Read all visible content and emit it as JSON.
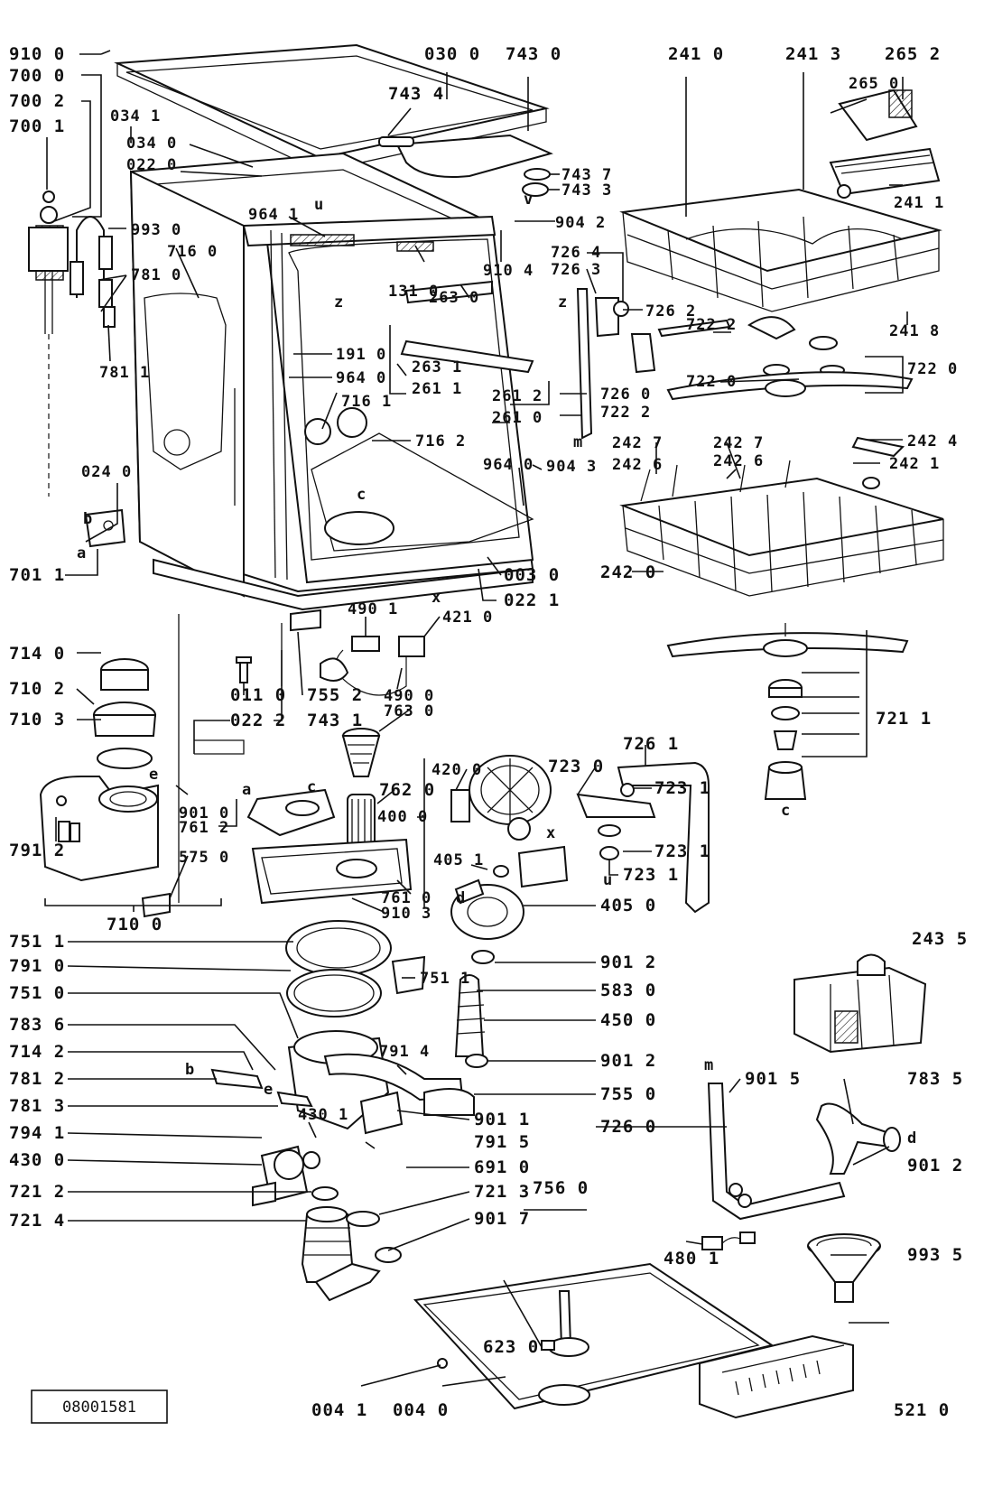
{
  "drawing_code": "08001581",
  "labels": {
    "l01": "910 0",
    "l02": "700 0",
    "l03": "700 2",
    "l04": "700 1",
    "l05": "034 1",
    "l06": "034 0",
    "l07": "022 0",
    "l08": "030 0",
    "l09": "743 0",
    "l10": "743 4",
    "l11": "743 7",
    "l12": "743 3",
    "l13": "241 0",
    "l14": "241 3",
    "l15": "265 2",
    "l16": "265 0",
    "l17": "241 1",
    "l18": "241 8",
    "l19": "964 1",
    "l20": "904 2",
    "l21": "993 0",
    "l22": "716 0",
    "l23": "781 0",
    "l24": "910 4",
    "l25": "726 4",
    "l26": "726 3",
    "l27": "131 0",
    "l28": "263 0",
    "l29": "726 2",
    "l30": "722 2",
    "l31": "722 0",
    "l32": "781 1",
    "l33": "191 0",
    "l34": "964 0",
    "l35": "263 1",
    "l36": "261 1",
    "l37": "722 0",
    "l38": "716 1",
    "l39": "261 2",
    "l40": "261 0",
    "l41": "726 0",
    "l42": "722 2",
    "l43": "716 2",
    "l44": "242 7",
    "l45": "242 6",
    "l46": "242 7",
    "l47": "242 6",
    "l48": "242 4",
    "l49": "964 0",
    "l50": "904 3",
    "l51": "242 1",
    "l52": "024 0",
    "l53": "242 0",
    "l54": "003 0",
    "l55": "701 1",
    "l56": "022 1",
    "l57": "490 1",
    "l58": "421 0",
    "l59": "714 0",
    "l60": "710 2",
    "l61": "755 2",
    "l62": "743 1",
    "l63": "490 0",
    "l64": "011 0",
    "l65": "022 2",
    "l66": "721 1",
    "l67": "710 3",
    "l68": "763 0",
    "l69": "726 1",
    "l70": "723 0",
    "l71": "723 1",
    "l72": "420 0",
    "l73": "762 0",
    "l74": "400 0",
    "l75": "901 0",
    "l76": "761 2",
    "l77": "791 2",
    "l78": "575 0",
    "l79": "405 1",
    "l80": "723 1",
    "l81": "723 1",
    "l82": "761 0",
    "l83": "910 3",
    "l84": "405 0",
    "l85": "710 0",
    "l86": "751 1",
    "l87": "901 2",
    "l88": "791 0",
    "l89": "751 1",
    "l90": "243 5",
    "l91": "751 0",
    "l92": "583 0",
    "l93": "450 0",
    "l94": "783 6",
    "l95": "791 4",
    "l96": "714 2",
    "l97": "901 2",
    "l98": "781 2",
    "l99": "901 5",
    "l100": "783 5",
    "l101": "755 0",
    "l102": "781 3",
    "l103": "430 1",
    "l104": "901 1",
    "l105": "794 1",
    "l106": "791 5",
    "l107": "726 0",
    "l108": "430 0",
    "l109": "691 0",
    "l110": "901 2",
    "l111": "721 2",
    "l112": "721 3",
    "l113": "756 0",
    "l114": "721 4",
    "l115": "901 7",
    "l116": "480 1",
    "l117": "993 5",
    "l118": "623 0",
    "l119": "004 1",
    "l120": "004 0",
    "l121": "521 0"
  },
  "letters": {
    "u1": "u",
    "z1": "z",
    "z2": "z",
    "v1": "v",
    "m1": "m",
    "c1": "c",
    "x1": "x",
    "b1": "b",
    "a1": "a",
    "a2": "a",
    "e1": "e",
    "c2": "c",
    "c3": "c",
    "x2": "x",
    "d1": "d",
    "u2": "u",
    "b2": "b",
    "e2": "e",
    "m2": "m",
    "d2": "d"
  }
}
